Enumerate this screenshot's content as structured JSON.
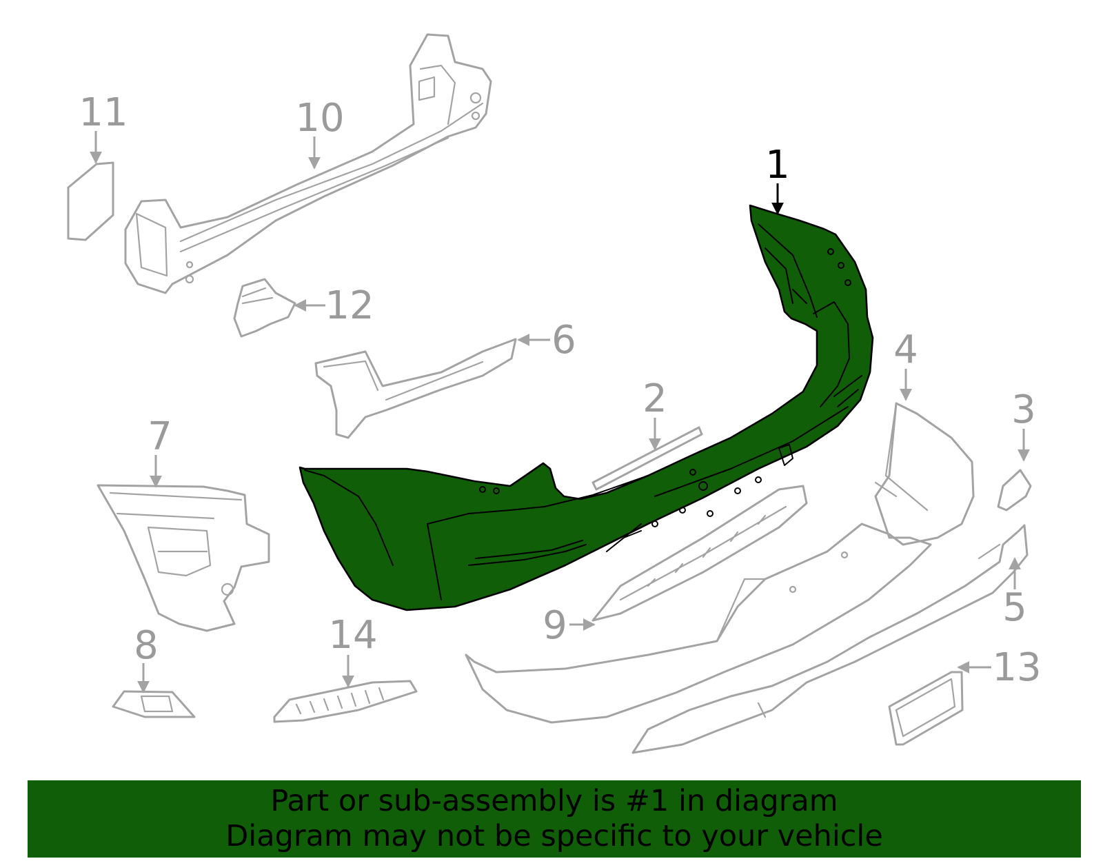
{
  "colors": {
    "highlight": "#105e07",
    "line_gray": "#a3a3a3",
    "text_gray": "#9a9a9a",
    "black": "#000000",
    "banner_bg": "#105e07"
  },
  "callouts": [
    {
      "id": "1",
      "label": "1",
      "highlighted": true
    },
    {
      "id": "2",
      "label": "2"
    },
    {
      "id": "3",
      "label": "3"
    },
    {
      "id": "4",
      "label": "4"
    },
    {
      "id": "5",
      "label": "5"
    },
    {
      "id": "6",
      "label": "6"
    },
    {
      "id": "7",
      "label": "7"
    },
    {
      "id": "8",
      "label": "8"
    },
    {
      "id": "9",
      "label": "9"
    },
    {
      "id": "10",
      "label": "10"
    },
    {
      "id": "11",
      "label": "11"
    },
    {
      "id": "12",
      "label": "12"
    },
    {
      "id": "13",
      "label": "13"
    },
    {
      "id": "14",
      "label": "14"
    }
  ],
  "banner": {
    "line1": "Part or sub-assembly is #1 in diagram",
    "line2": "Diagram may not be specific to your vehicle"
  }
}
